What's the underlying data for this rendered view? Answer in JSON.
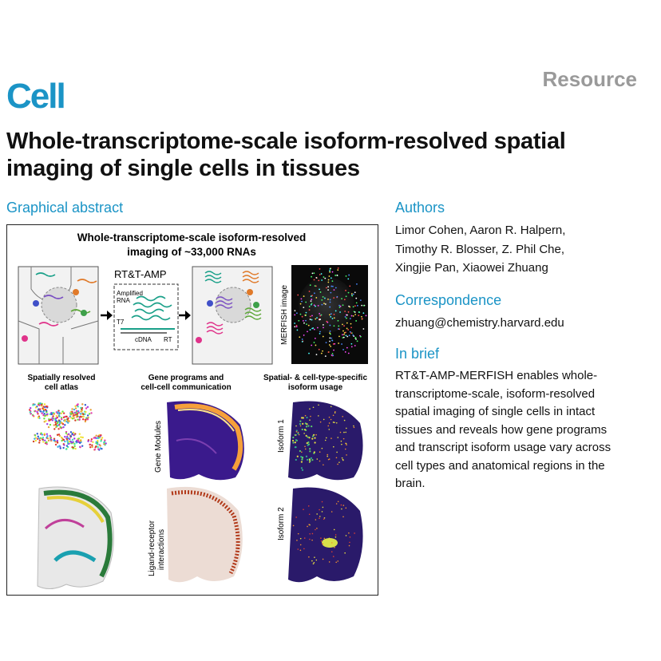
{
  "journal": {
    "logo": "Cell",
    "type_label": "Resource"
  },
  "title": "Whole-transcriptome-scale isoform-resolved spatial imaging of single cells in tissues",
  "graphical_abstract": {
    "label": "Graphical abstract",
    "heading_line1": "Whole-transcriptome-scale isoform-resolved",
    "heading_line2": "imaging of ~33,000 RNAs",
    "method_label": "RT&T-AMP",
    "amplified_rna": "Amplified",
    "amplified_rna2": "RNA",
    "t7": "T7",
    "cdna": "cDNA",
    "rt": "RT",
    "merfish_label": "MERFISH image",
    "panel_atlas_1": "Spatially resolved",
    "panel_atlas_2": "cell atlas",
    "panel_gene_1": "Gene programs and",
    "panel_gene_2": "cell-cell communication",
    "panel_iso_1": "Spatial- & cell-type-specific",
    "panel_iso_2": "isoform usage",
    "gene_modules": "Gene Modules",
    "ligand_1": "Ligand-receptor",
    "ligand_2": "interactions",
    "isoform1": "Isoform 1",
    "isoform2": "Isoform 2"
  },
  "authors": {
    "heading": "Authors",
    "line1": "Limor Cohen, Aaron R. Halpern,",
    "line2": "Timothy R. Blosser, Z. Phil Che,",
    "line3": "Xingjie Pan, Xiaowei Zhuang"
  },
  "correspondence": {
    "heading": "Correspondence",
    "email": "zhuang@chemistry.harvard.edu"
  },
  "in_brief": {
    "heading": "In brief",
    "lines": [
      "RT&T-AMP-MERFISH enables whole-",
      "transcriptome-scale, isoform-resolved",
      "spatial imaging of single cells in intact",
      "tissues and reveals how gene programs",
      "and transcript isoform usage vary across",
      "cell types and anatomical regions in the",
      "brain."
    ]
  },
  "colors": {
    "accent": "#1b94c6",
    "resource_gray": "#9a9a9a"
  }
}
